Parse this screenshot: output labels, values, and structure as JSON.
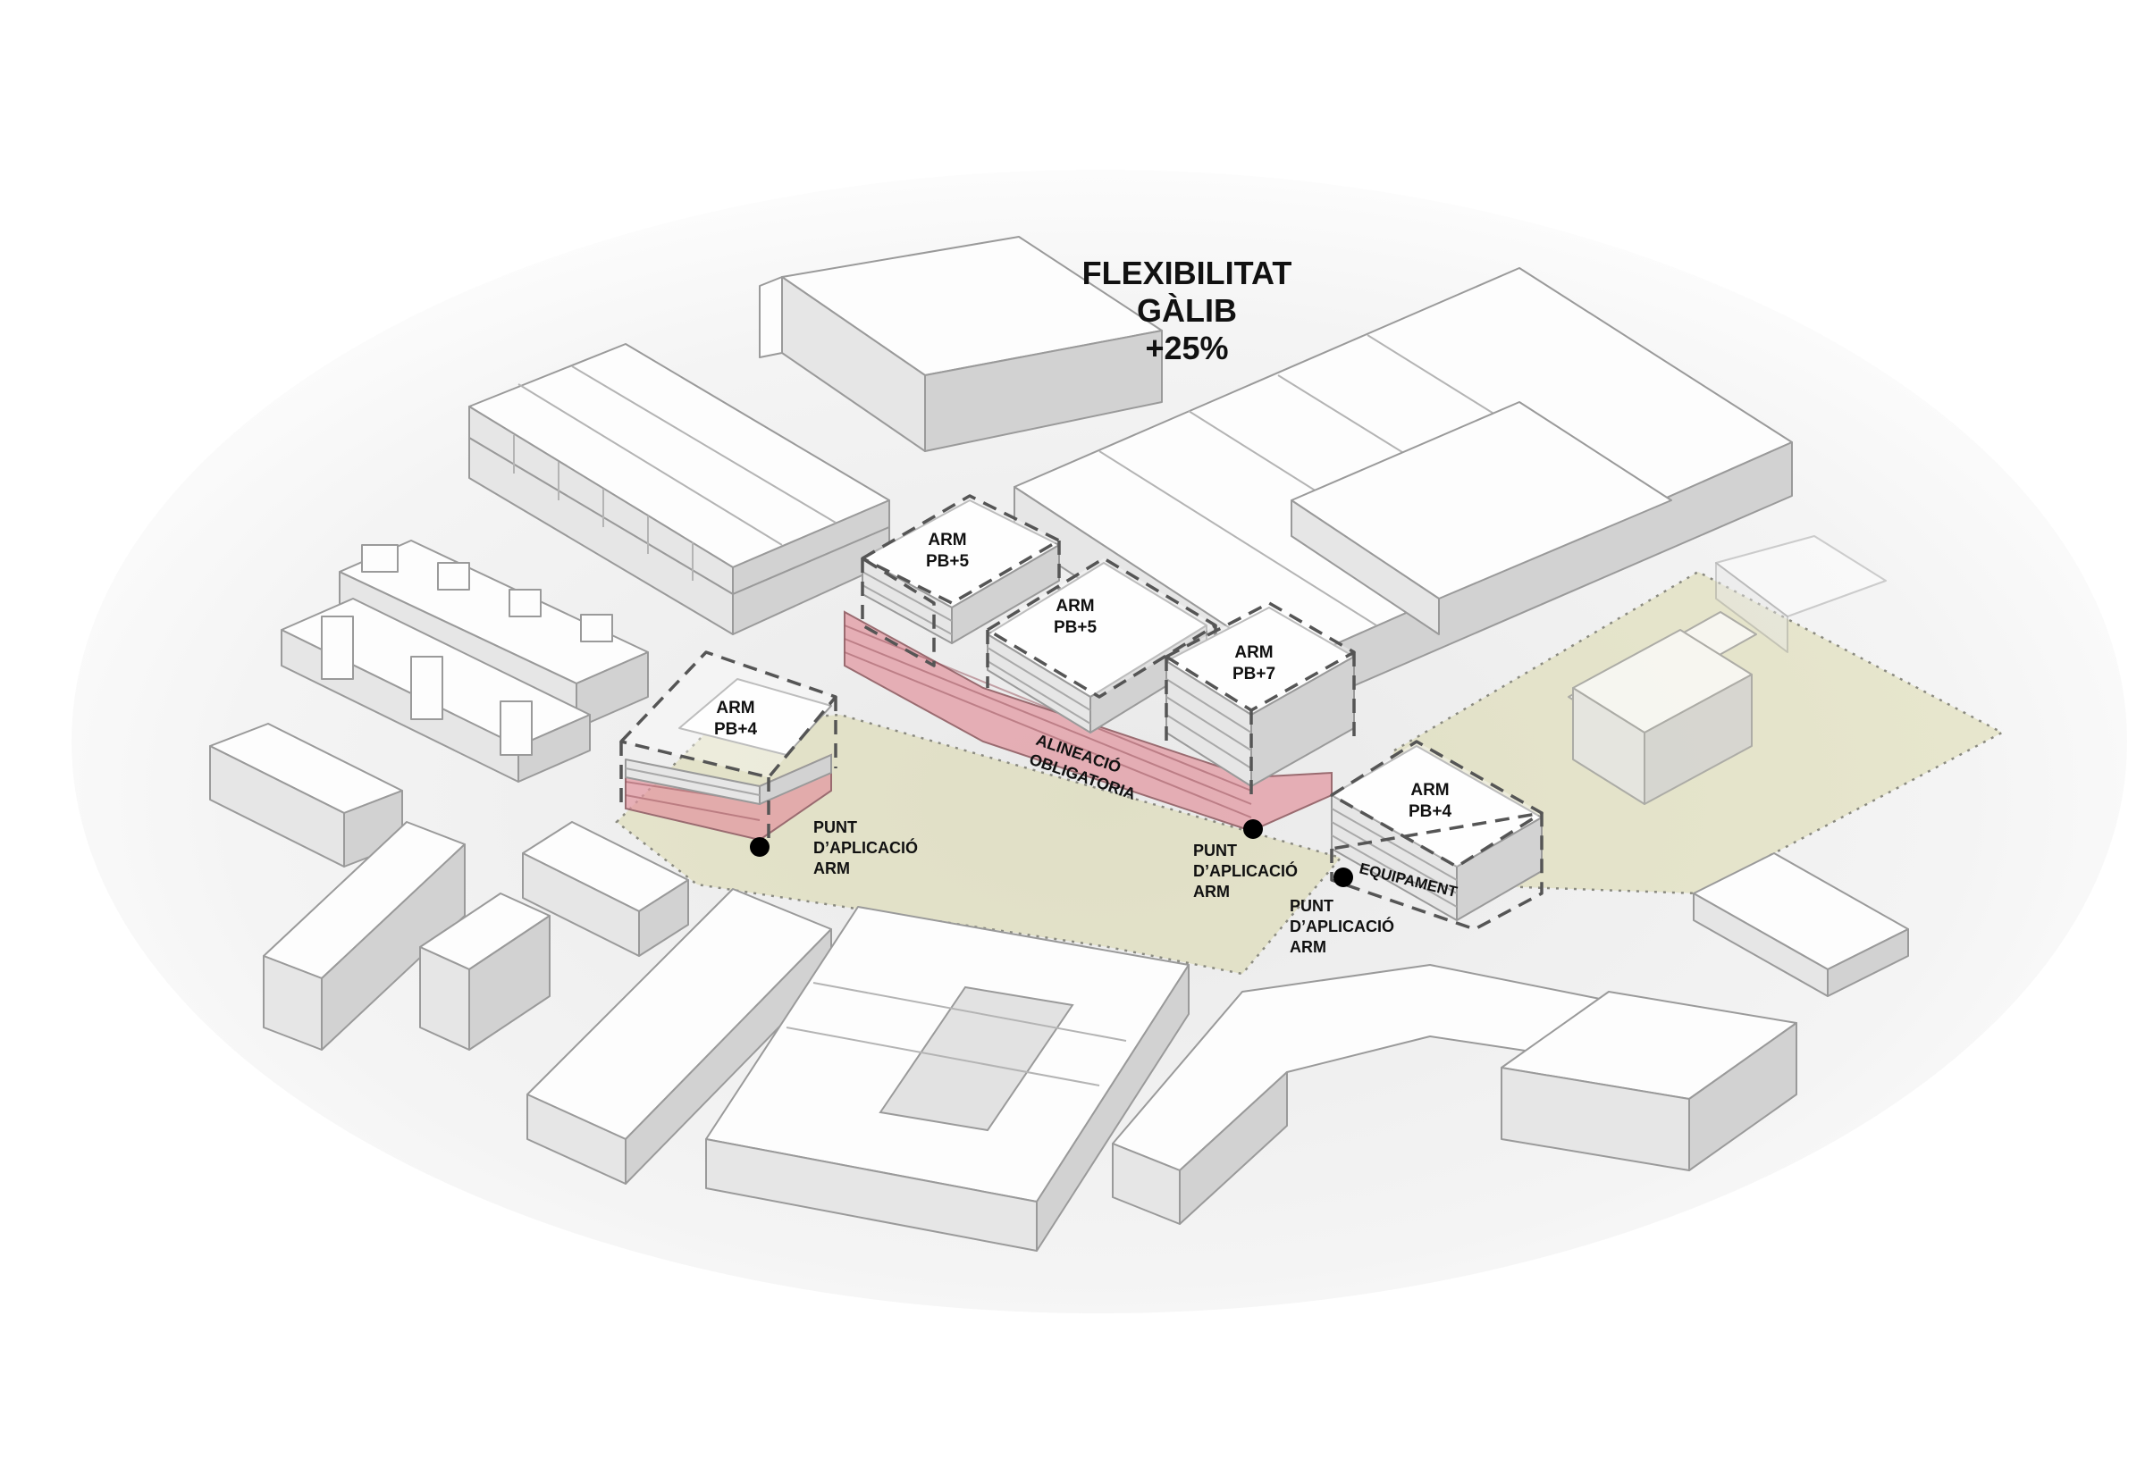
{
  "title": {
    "line1": "FLEXIBILITAT",
    "line2": "GÀLIB",
    "line3": "+25%"
  },
  "volumes": [
    {
      "line1": "ARM",
      "line2": "PB+5"
    },
    {
      "line1": "ARM",
      "line2": "PB+5"
    },
    {
      "line1": "ARM",
      "line2": "PB+7"
    },
    {
      "line1": "ARM",
      "line2": "PB+4"
    },
    {
      "line1": "ARM",
      "line2": "PB+4"
    }
  ],
  "alineacio": {
    "line1": "ALINEACIÓ",
    "line2": "OBLIGATORIA"
  },
  "equipament": "EQUIPAMENT",
  "points": [
    {
      "line1": "PUNT",
      "line2": "D’APLICACIÓ",
      "line3": "ARM"
    },
    {
      "line1": "PUNT",
      "line2": "D’APLICACIÓ",
      "line3": "ARM"
    },
    {
      "line1": "PUNT",
      "line2": "D’APLICACIÓ",
      "line3": "ARM"
    }
  ],
  "colors": {
    "zone_fill": "#d5d296",
    "alignment_fill": "#e296a0",
    "building": "#fdfdfd",
    "point_marker": "#000000"
  }
}
